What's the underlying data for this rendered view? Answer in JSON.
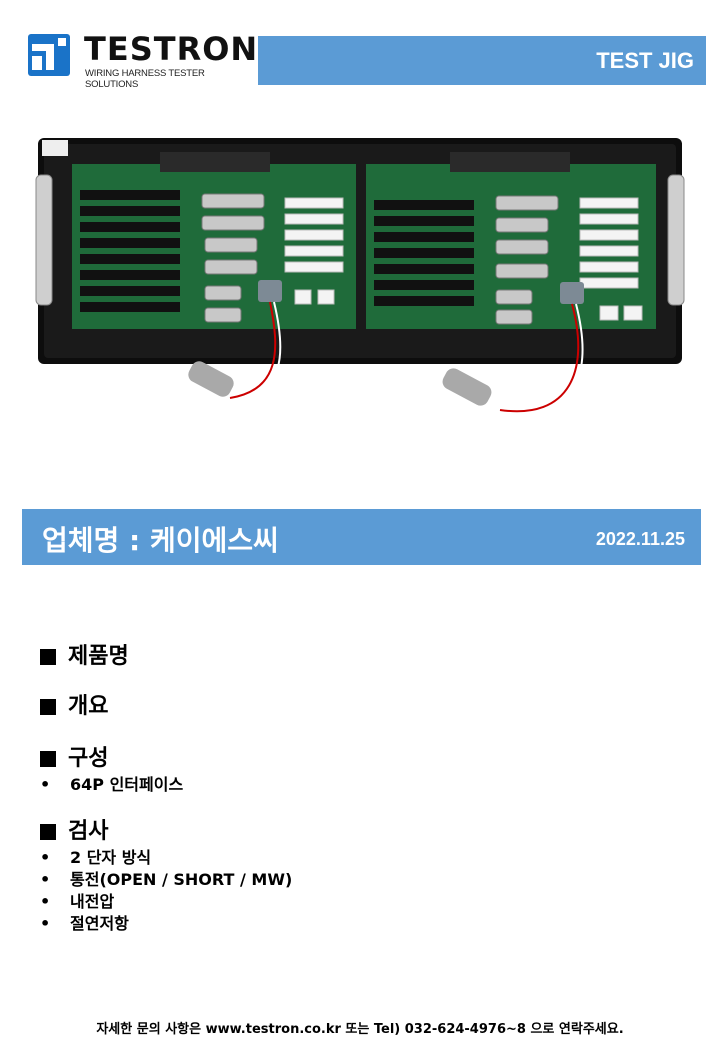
{
  "logo": {
    "name": "TESTRON",
    "tagline": "WIRING HARNESS TESTER SOLUTIONS"
  },
  "header": {
    "banner": "TEST JIG"
  },
  "company_bar": {
    "company": "업체명 : 케이에스씨",
    "date": "2022.11.25"
  },
  "sections": {
    "product": {
      "title": "제품명"
    },
    "overview": {
      "title": "개요"
    },
    "composition": {
      "title": "구성",
      "items": [
        "64P 인터페이스"
      ]
    },
    "inspection": {
      "title": "검사",
      "items": [
        "2 단자 방식",
        "통전(OPEN / SHORT / MW)",
        "내전압",
        "절연저항"
      ]
    }
  },
  "bullet": "•",
  "footer": {
    "text": "자세한 문의 사항은 www.testron.co.kr 또는 Tel) 032-624-4976~8 으로 연락주세요."
  },
  "colors": {
    "accent": "#5b9bd5",
    "logo_blue": "#1a73c8",
    "pcb_green": "#1f6b3a"
  }
}
